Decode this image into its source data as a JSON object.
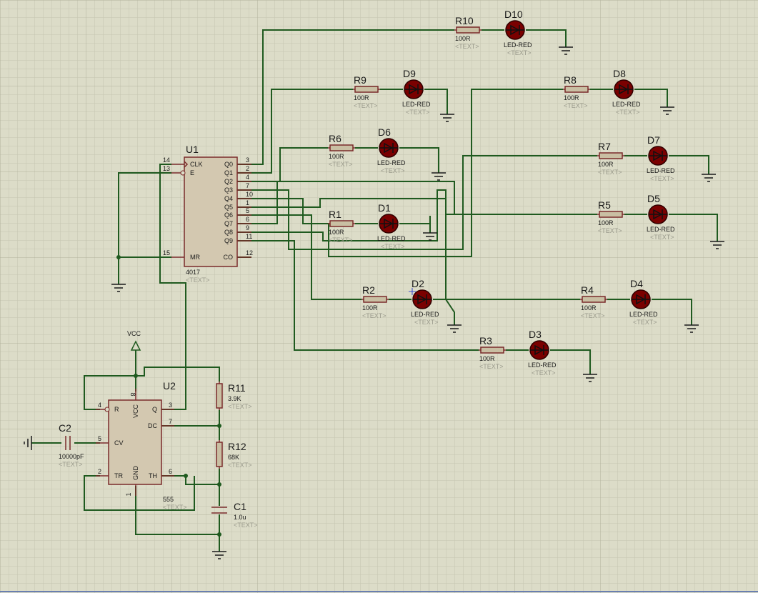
{
  "grid": {
    "minor_color": "#c5c5b0",
    "major_color": "#b2b29c",
    "background": "#dcdcc8"
  },
  "colors": {
    "wire": "#1f5a1f",
    "part_outline": "#7a2a2a",
    "led_fill": "#7a0000",
    "ghost_text": "#9a9a8c"
  },
  "counter": {
    "ref": "U1",
    "type": "4017",
    "text": "<TEXT>",
    "left_pins": [
      {
        "num": "14",
        "name": "CLK"
      },
      {
        "num": "13",
        "name": "E"
      },
      {
        "num": "15",
        "name": "MR"
      }
    ],
    "right_pins": [
      {
        "num": "3",
        "name": "Q0"
      },
      {
        "num": "2",
        "name": "Q1"
      },
      {
        "num": "4",
        "name": "Q2"
      },
      {
        "num": "7",
        "name": "Q3"
      },
      {
        "num": "10",
        "name": "Q4"
      },
      {
        "num": "1",
        "name": "Q5"
      },
      {
        "num": "5",
        "name": "Q6"
      },
      {
        "num": "6",
        "name": "Q7"
      },
      {
        "num": "9",
        "name": "Q8"
      },
      {
        "num": "11",
        "name": "Q9"
      },
      {
        "num": "12",
        "name": "CO"
      }
    ]
  },
  "timer": {
    "ref": "U2",
    "type": "555",
    "text": "<TEXT>",
    "pins": [
      {
        "num": "4",
        "name": "R"
      },
      {
        "num": "5",
        "name": "CV"
      },
      {
        "num": "2",
        "name": "TR"
      },
      {
        "num": "3",
        "name": "Q"
      },
      {
        "num": "7",
        "name": "DC"
      },
      {
        "num": "6",
        "name": "TH"
      },
      {
        "num": "8",
        "name": "VCC"
      },
      {
        "num": "1",
        "name": "GND"
      }
    ]
  },
  "power": {
    "vcc_label": "VCC"
  },
  "resistors": [
    {
      "ref": "R10",
      "value": "100R",
      "text": "<TEXT>"
    },
    {
      "ref": "R9",
      "value": "100R",
      "text": "<TEXT>"
    },
    {
      "ref": "R8",
      "value": "100R",
      "text": "<TEXT>"
    },
    {
      "ref": "R6",
      "value": "100R",
      "text": "<TEXT>"
    },
    {
      "ref": "R7",
      "value": "100R",
      "text": "<TEXT>"
    },
    {
      "ref": "R5",
      "value": "100R",
      "text": "<TEXT>"
    },
    {
      "ref": "R1",
      "value": "100R",
      "text": "<TEXT>"
    },
    {
      "ref": "R2",
      "value": "100R",
      "text": "<TEXT>"
    },
    {
      "ref": "R4",
      "value": "100R",
      "text": "<TEXT>"
    },
    {
      "ref": "R3",
      "value": "100R",
      "text": "<TEXT>"
    },
    {
      "ref": "R11",
      "value": "3.9K",
      "text": "<TEXT>"
    },
    {
      "ref": "R12",
      "value": "68K",
      "text": "<TEXT>"
    }
  ],
  "leds": [
    {
      "ref": "D10",
      "value": "LED-RED",
      "text": "<TEXT>"
    },
    {
      "ref": "D9",
      "value": "LED-RED",
      "text": "<TEXT>"
    },
    {
      "ref": "D8",
      "value": "LED-RED",
      "text": "<TEXT>"
    },
    {
      "ref": "D6",
      "value": "LED-RED",
      "text": "<TEXT>"
    },
    {
      "ref": "D7",
      "value": "LED-RED",
      "text": "<TEXT>"
    },
    {
      "ref": "D5",
      "value": "LED-RED",
      "text": "<TEXT>"
    },
    {
      "ref": "D1",
      "value": "LED-RED",
      "text": "<TEXT>"
    },
    {
      "ref": "D2",
      "value": "LED-RED",
      "text": "<TEXT>"
    },
    {
      "ref": "D4",
      "value": "LED-RED",
      "text": "<TEXT>"
    },
    {
      "ref": "D3",
      "value": "LED-RED",
      "text": "<TEXT>"
    }
  ],
  "capacitors": [
    {
      "ref": "C2",
      "value": "10000pF",
      "text": "<TEXT>"
    },
    {
      "ref": "C1",
      "value": "1.0u",
      "text": "<TEXT>"
    }
  ]
}
